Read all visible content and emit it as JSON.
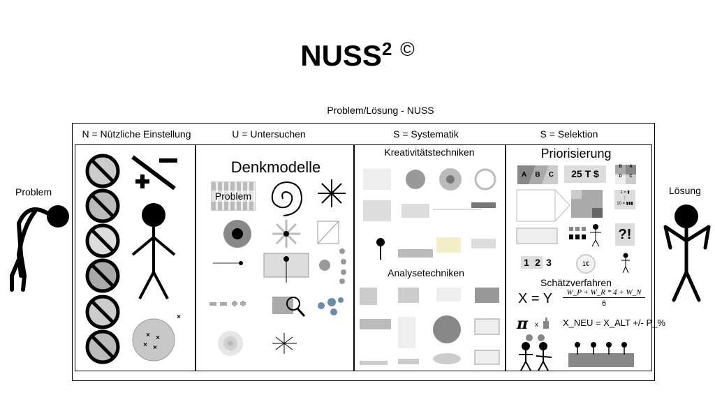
{
  "title": {
    "main": "NUSS",
    "superscript": "2",
    "copyright": "©"
  },
  "subtitle": "Problem/Lösung - NUSS",
  "left_label": "Problem",
  "right_label": "Lösung",
  "columns": [
    {
      "header": "N = Nützliche Einstellung"
    },
    {
      "header": "U = Untersuchen",
      "section": "Denkmodelle",
      "grid_label": "Problem"
    },
    {
      "header": "S = Systematik",
      "sections": [
        "Kreativitätstechniken",
        "Analysetechniken"
      ]
    },
    {
      "header": "S = Selektion",
      "sections": [
        "Priorisierung",
        "Schätzverfahren"
      ],
      "icons": {
        "abc": [
          "A",
          "B",
          "C"
        ],
        "money": "25 T $",
        "matrix": [
          "B",
          "A",
          "D",
          "C"
        ],
        "scale": [
          "1 = ▮",
          "10 = ▮▮▮"
        ],
        "qmark": "?!",
        "rank": [
          "1",
          "2",
          "3"
        ],
        "coin": "1€"
      },
      "formulas": {
        "equal": "X = Y",
        "pert_num": "W_P + W_R * 4 + W_N",
        "pert_den": "6",
        "pi": "π",
        "pi_times": "x",
        "update": "X_NEU = X_ALT +/- P_%"
      }
    }
  ],
  "colors": {
    "line": "#000000",
    "gray": "#bdbdbd",
    "dark_gray": "#7a7a7a",
    "light_gray": "#e0e0e0"
  }
}
